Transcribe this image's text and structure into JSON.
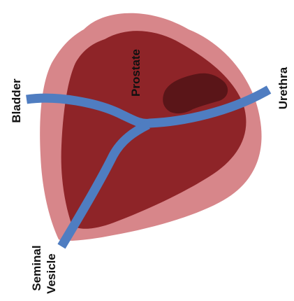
{
  "labels": {
    "bladder": "Bladder",
    "prostate": "Prostate",
    "urethra": "Urethra",
    "seminal_line1": "Seminal",
    "seminal_line2": "Vesicle"
  },
  "colors": {
    "outer_capsule": "#d7868a",
    "prostate": "#8e2428",
    "lesion": "#5a1518",
    "urethra": "#4f7dc1",
    "label_text": "#111111"
  }
}
